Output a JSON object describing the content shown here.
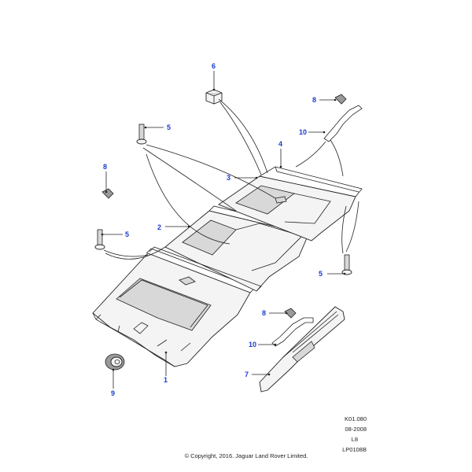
{
  "callouts": {
    "c1": "1",
    "c2": "2",
    "c3": "3",
    "c4": "4",
    "c5a": "5",
    "c5b": "5",
    "c5c": "5",
    "c6": "6",
    "c7": "7",
    "c8a": "8",
    "c8b": "8",
    "c8c": "8",
    "c9": "9",
    "c10a": "10",
    "c10b": "10"
  },
  "meta": {
    "code": "K01.080",
    "date": "08-2008",
    "model": "L8",
    "ref": "LP0108B"
  },
  "copyright": "© Copyright, 2016. Jaguar Land Rover Limited.",
  "colors": {
    "callout": "#1a3bcc",
    "line": "#222222"
  }
}
